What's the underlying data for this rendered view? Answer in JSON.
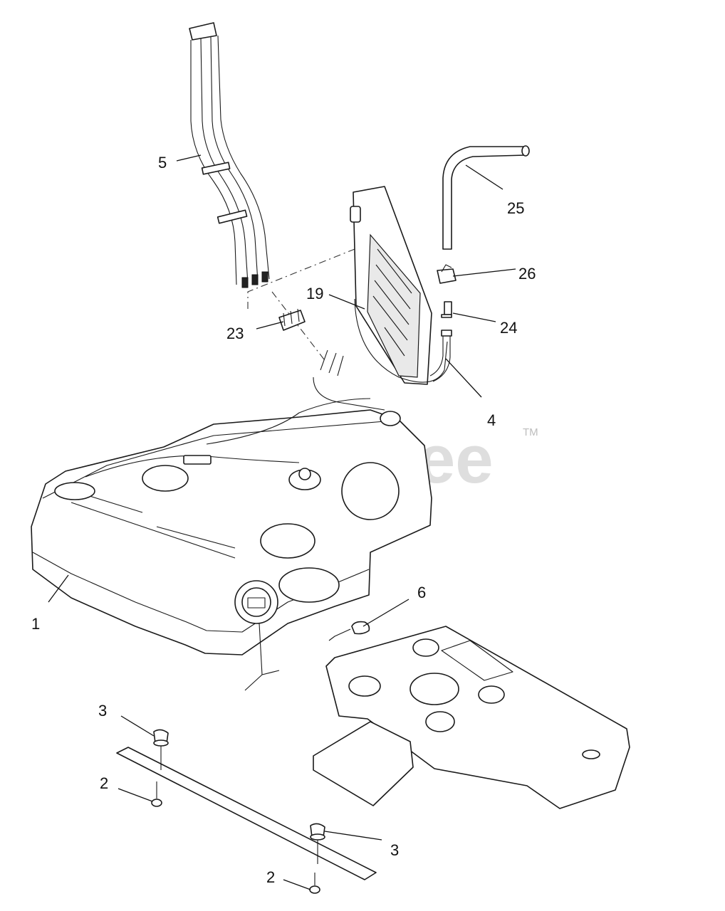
{
  "watermark": {
    "text": "PartsTree",
    "trademark": "TM"
  },
  "callouts": {
    "fuel_tank": "1",
    "nut_left": "2",
    "nut_right": "2",
    "bumper_left": "3",
    "bumper_right": "3",
    "vent_hose": "4",
    "hose_assembly": "5",
    "cap_tether": "6",
    "canister": "19",
    "clip": "23",
    "connector": "24",
    "upper_hose": "25",
    "hose_clamp": "26"
  }
}
